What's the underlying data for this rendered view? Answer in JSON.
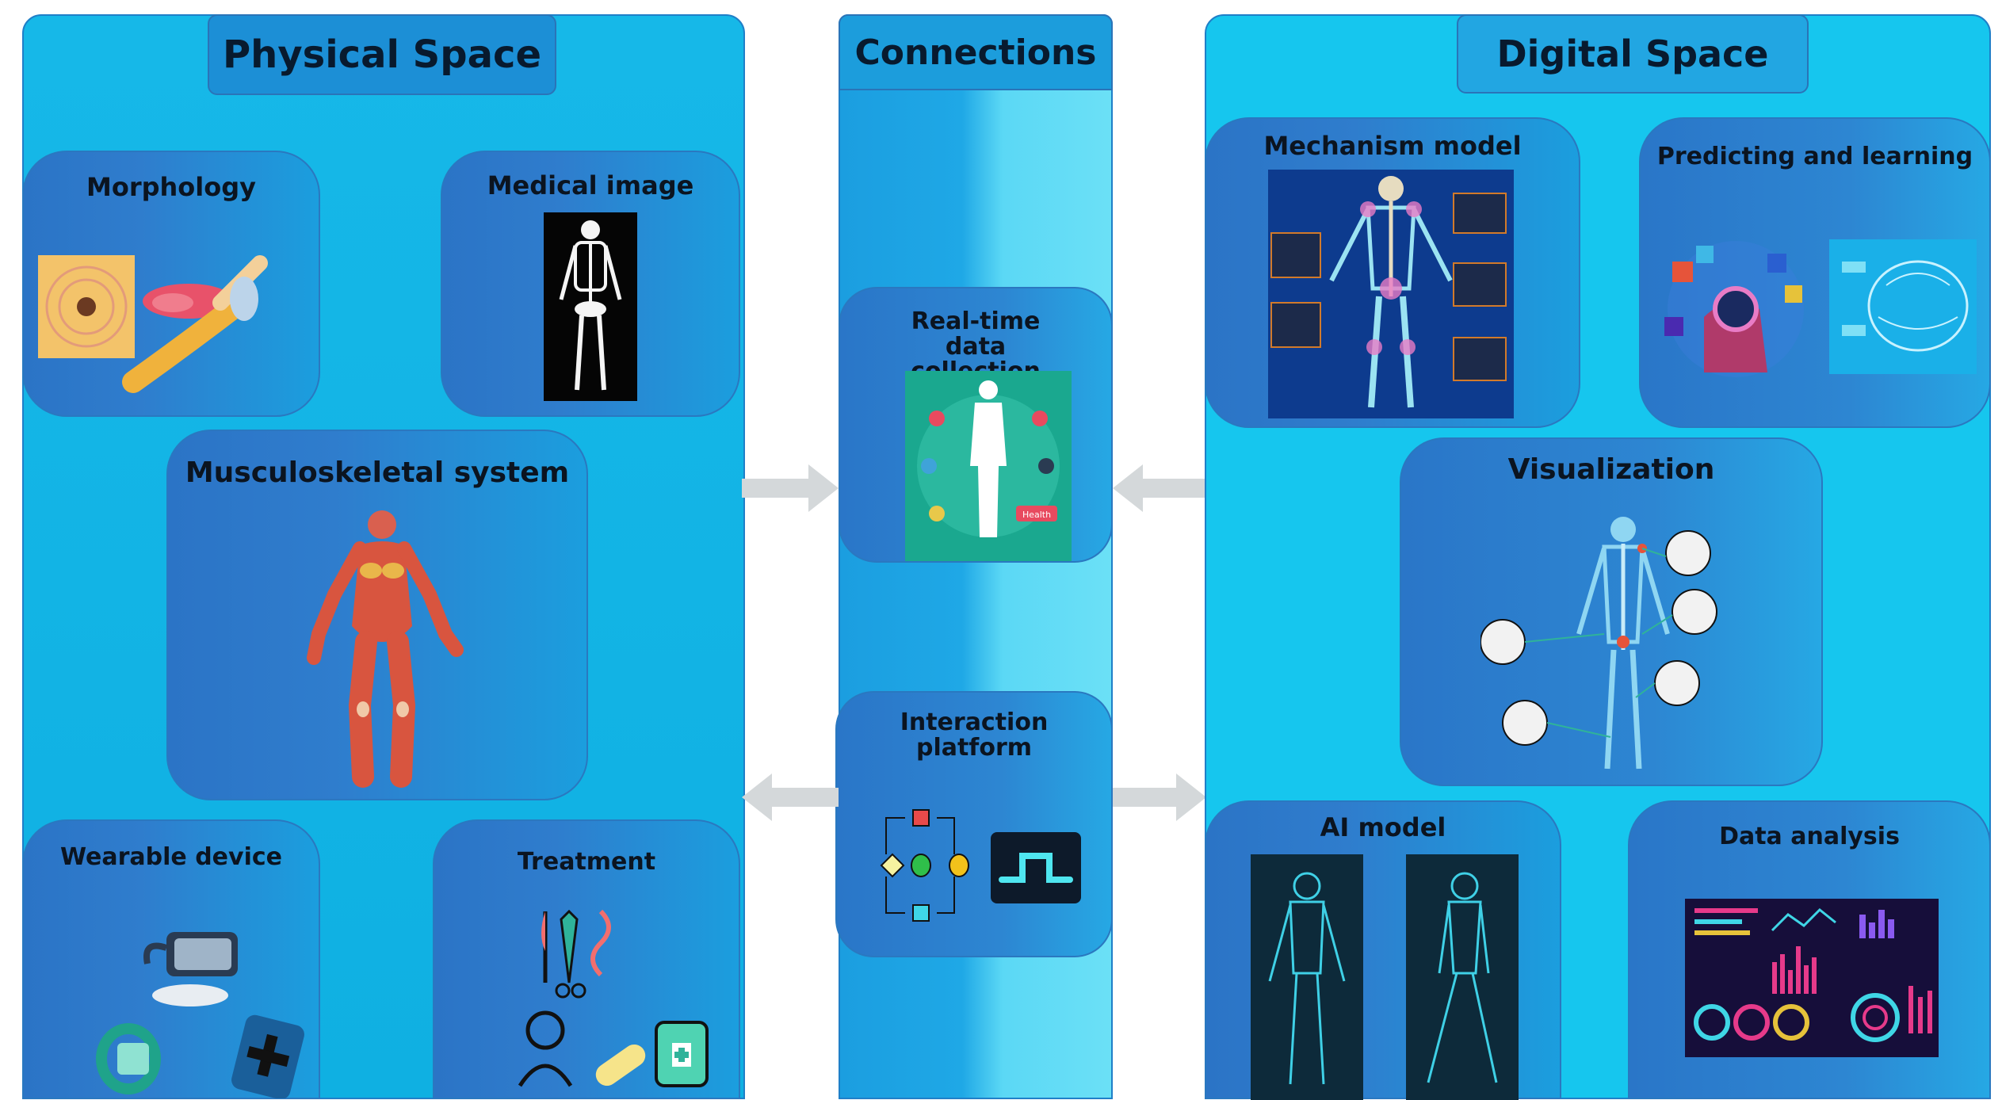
{
  "physical": {
    "title": "Physical Space",
    "morphology": "Morphology",
    "medical_image": "Medical image",
    "musculoskeletal": "Musculoskeletal system",
    "wearable": "Wearable device",
    "treatment": "Treatment"
  },
  "connections": {
    "title": "Connections",
    "realtime": "Real-time data collection",
    "interaction": "Interaction platform",
    "health_tag": "Health"
  },
  "digital": {
    "title": "Digital Space",
    "mechanism": "Mechanism model",
    "predicting": "Predicting and learning",
    "visualization": "Visualization",
    "ai_model": "AI model",
    "data_analysis": "Data analysis"
  },
  "colors": {
    "physical_bg": "#16b8e8",
    "digital_bg": "#16c6ee",
    "box_blue": "#2b74c6",
    "arrow_gray": "#d2d6d8"
  }
}
